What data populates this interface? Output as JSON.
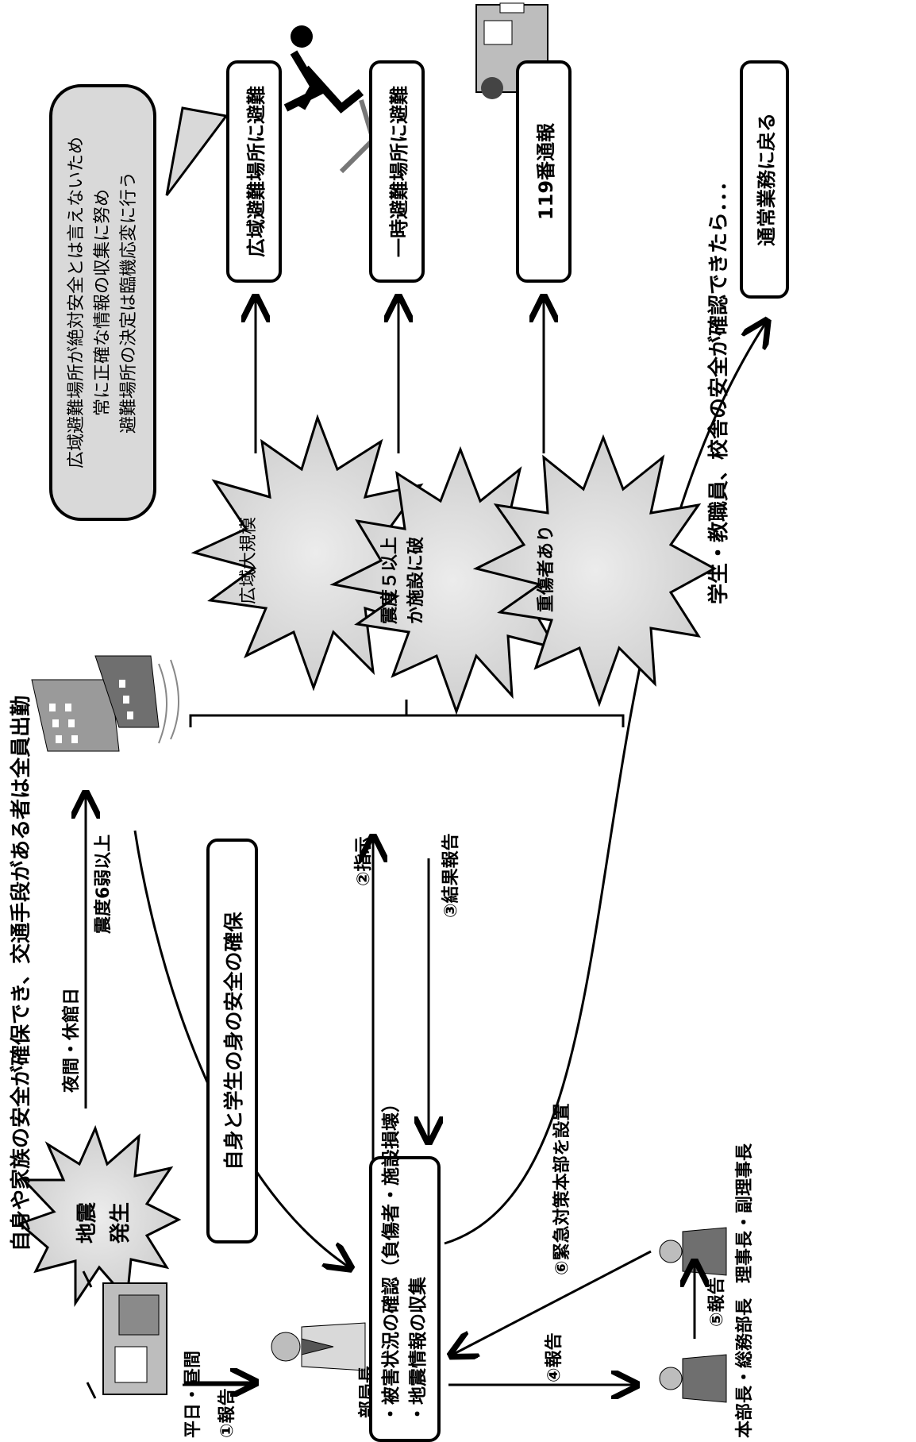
{
  "title": "地震発生時の対応フロー",
  "top_note": "自身や家族の安全が確保でき、交通手段がある者は全員出勤",
  "quake_label": "地震\n発生",
  "branch_night": "夜間・休館日",
  "branch_intensity": "震度6弱以上",
  "branch_day": "平日・昼間",
  "safety_box": "自身と学生の身の安全の確保",
  "center_box": "・被害状況の確認（負傷者・施設損壊）\n・地震情報の収集",
  "step1": "①報告",
  "step2": "②指示",
  "step3": "③結果報告",
  "step4": "④報告",
  "step5": "⑤報告",
  "step6": "⑥緊急対策本部を設置",
  "person_dept_head": "部局長",
  "person_general_affairs": "本部長・総務部長",
  "person_chairman": "理事長・副理事長",
  "burst1": "広域大規模",
  "burst2": "震度５以上\nか施設に破",
  "burst3": "重傷者あり",
  "action1": "広域避難場所に避難",
  "action2": "一時避難場所に避難",
  "action3": "119番通報",
  "callout": "広域避難場所が絶対安全とは言えないため\n常に正確な情報の収集に努め\n避難場所の決定は臨機応変に行う",
  "bottom_note": "学生・教職員、校舎の安全が確認できたら．．．",
  "return_box": "通常業務に戻る",
  "icons": {
    "building": "building-icon",
    "person": "person-icon",
    "ambulance": "ambulance-icon",
    "runner": "running-person-icon",
    "desk": "desk-shaking-icon"
  }
}
